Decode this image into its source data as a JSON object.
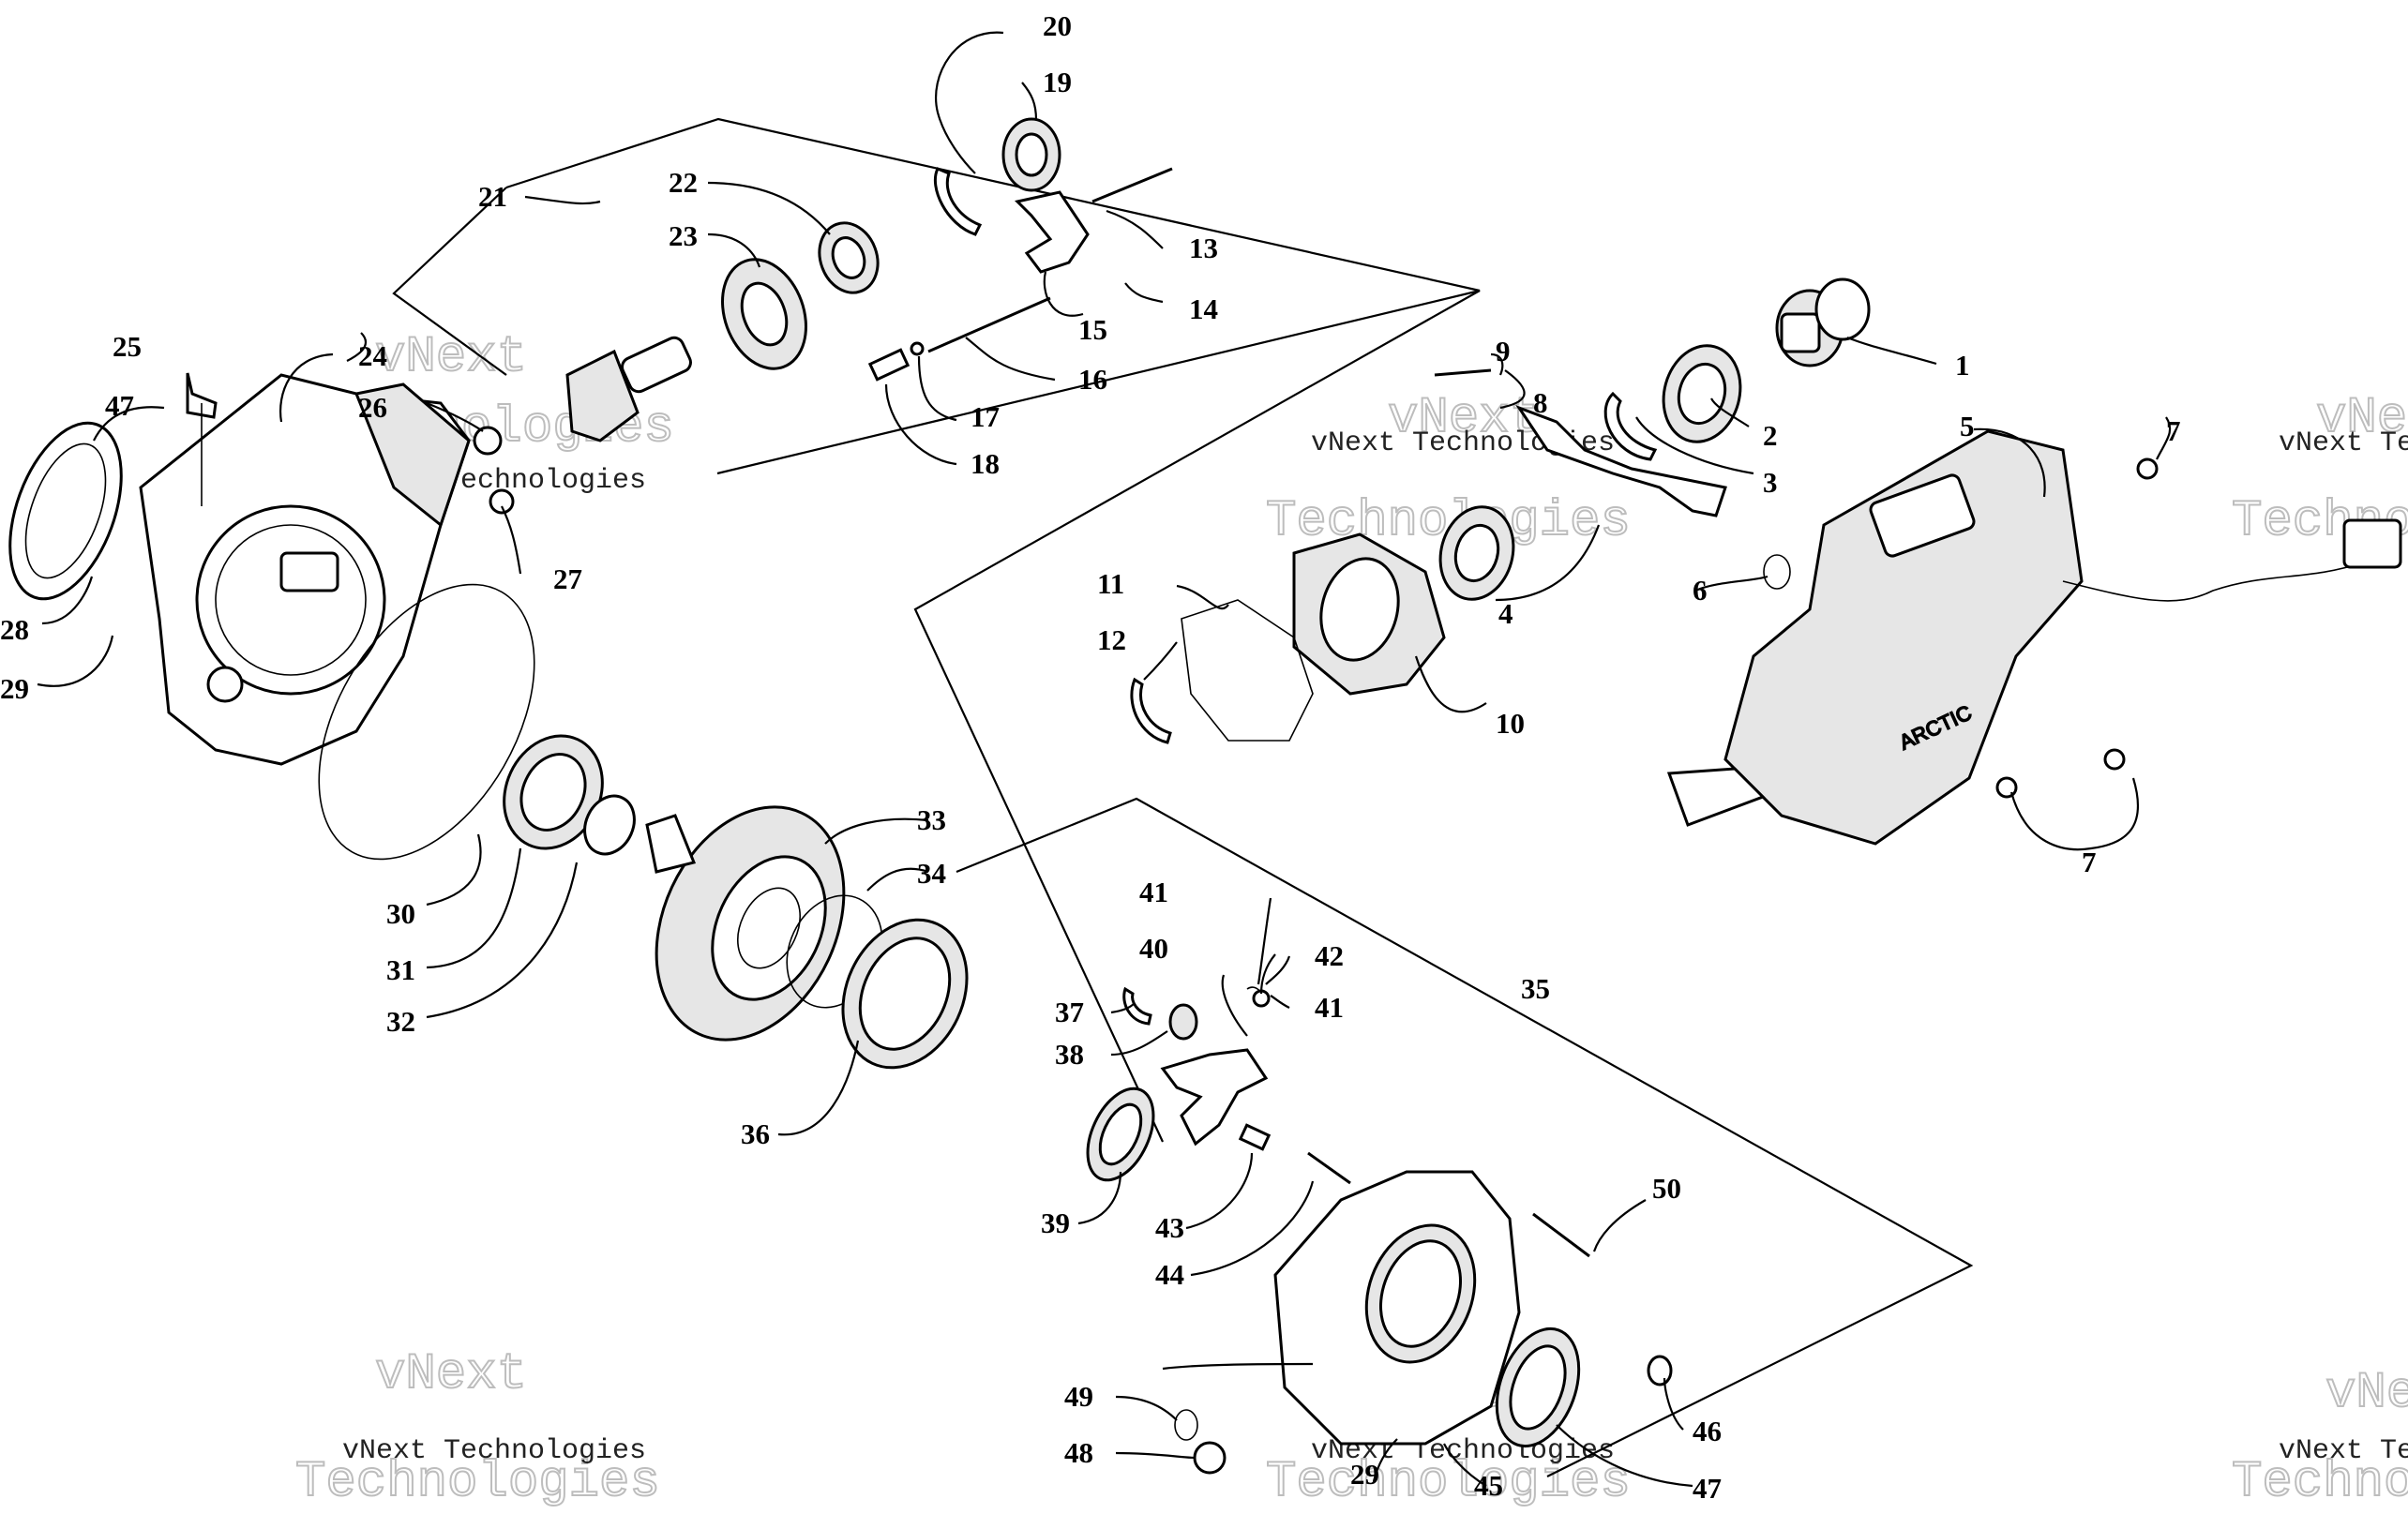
{
  "labels": [
    {
      "id": "1",
      "text": "1"
    },
    {
      "id": "2",
      "text": "2"
    },
    {
      "id": "3",
      "text": "3"
    },
    {
      "id": "4",
      "text": "4"
    },
    {
      "id": "5",
      "text": "5"
    },
    {
      "id": "6",
      "text": "6"
    },
    {
      "id": "7a",
      "text": "7"
    },
    {
      "id": "7b",
      "text": "7"
    },
    {
      "id": "8",
      "text": "8"
    },
    {
      "id": "9",
      "text": "9"
    },
    {
      "id": "10",
      "text": "10"
    },
    {
      "id": "11",
      "text": "11"
    },
    {
      "id": "12",
      "text": "12"
    },
    {
      "id": "13",
      "text": "13"
    },
    {
      "id": "14",
      "text": "14"
    },
    {
      "id": "15",
      "text": "15"
    },
    {
      "id": "16",
      "text": "16"
    },
    {
      "id": "17",
      "text": "17"
    },
    {
      "id": "18",
      "text": "18"
    },
    {
      "id": "19",
      "text": "19"
    },
    {
      "id": "20",
      "text": "20"
    },
    {
      "id": "21",
      "text": "21"
    },
    {
      "id": "22",
      "text": "22"
    },
    {
      "id": "23",
      "text": "23"
    },
    {
      "id": "24",
      "text": "24"
    },
    {
      "id": "25",
      "text": "25"
    },
    {
      "id": "26",
      "text": "26"
    },
    {
      "id": "27",
      "text": "27"
    },
    {
      "id": "28",
      "text": "28"
    },
    {
      "id": "29a",
      "text": "29"
    },
    {
      "id": "29b",
      "text": "29"
    },
    {
      "id": "30",
      "text": "30"
    },
    {
      "id": "31",
      "text": "31"
    },
    {
      "id": "32",
      "text": "32"
    },
    {
      "id": "33",
      "text": "33"
    },
    {
      "id": "34",
      "text": "34"
    },
    {
      "id": "35",
      "text": "35"
    },
    {
      "id": "36",
      "text": "36"
    },
    {
      "id": "37",
      "text": "37"
    },
    {
      "id": "38",
      "text": "38"
    },
    {
      "id": "39",
      "text": "39"
    },
    {
      "id": "40",
      "text": "40"
    },
    {
      "id": "41a",
      "text": "41"
    },
    {
      "id": "41b",
      "text": "41"
    },
    {
      "id": "42",
      "text": "42"
    },
    {
      "id": "43",
      "text": "43"
    },
    {
      "id": "44",
      "text": "44"
    },
    {
      "id": "45",
      "text": "45"
    },
    {
      "id": "46",
      "text": "46"
    },
    {
      "id": "47a",
      "text": "47"
    },
    {
      "id": "47b",
      "text": "47"
    },
    {
      "id": "48",
      "text": "48"
    },
    {
      "id": "49",
      "text": "49"
    },
    {
      "id": "50",
      "text": "50"
    }
  ],
  "watermark": {
    "small_text": "vNext Technologies",
    "big_text_1": "vNext",
    "big_text_2": "Technologies"
  },
  "housing_text": "ARCTIC"
}
